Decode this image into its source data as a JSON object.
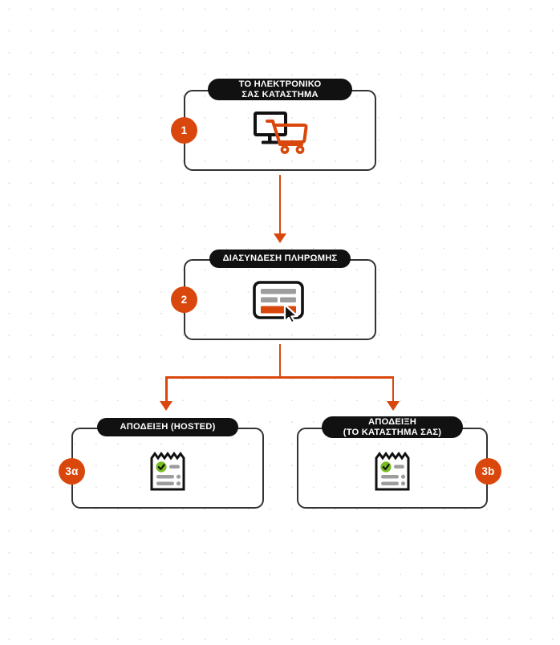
{
  "diagram": {
    "title_flow": "Payment flow diagram",
    "background": {
      "color": "#ffffff",
      "dot_color": "#dddddd",
      "pattern": "dot-grid"
    },
    "colors": {
      "accent": "#d9470c",
      "pill_background": "#111111",
      "pill_text": "#ffffff",
      "box_border": "#333333",
      "check_green": "#76bc21",
      "icon_gray": "#9d9d9d"
    },
    "steps": [
      {
        "id": "step-1",
        "badge": "1",
        "badge_side": "left",
        "title": "ΤΟ ΗΛΕΚΤΡΟΝΙΚΟ\nΣΑΣ ΚΑΤΑΣΤΗΜΑ",
        "title_lines": 2,
        "icon": "monitor-shopping-cart-icon"
      },
      {
        "id": "step-2",
        "badge": "2",
        "badge_side": "left",
        "title": "ΔΙΑΣΥΝΔΕΣΗ ΠΛΗΡΩΜΗΣ",
        "title_lines": 1,
        "icon": "payment-form-cursor-icon"
      },
      {
        "id": "step-3a",
        "badge": "3α",
        "badge_side": "left",
        "title": "ΑΠΟΔΕΙΞΗ (HOSTED)",
        "title_lines": 1,
        "icon": "receipt-check-icon"
      },
      {
        "id": "step-3b",
        "badge": "3b",
        "badge_side": "right",
        "title": "ΑΠΟΔΕΙΞΗ\n(ΤΟ ΚΑΤΑΣΤΗΜΑ ΣΑΣ)",
        "title_lines": 2,
        "icon": "receipt-check-icon"
      }
    ],
    "connectors": [
      {
        "id": "connector-1-to-2",
        "type": "vertical-arrow",
        "from": "step-1",
        "to": "step-2"
      },
      {
        "id": "connector-2-to-3a",
        "type": "branch-arrow",
        "from": "step-2",
        "to": "step-3a"
      },
      {
        "id": "connector-2-to-3b",
        "type": "branch-arrow",
        "from": "step-2",
        "to": "step-3b"
      }
    ]
  }
}
